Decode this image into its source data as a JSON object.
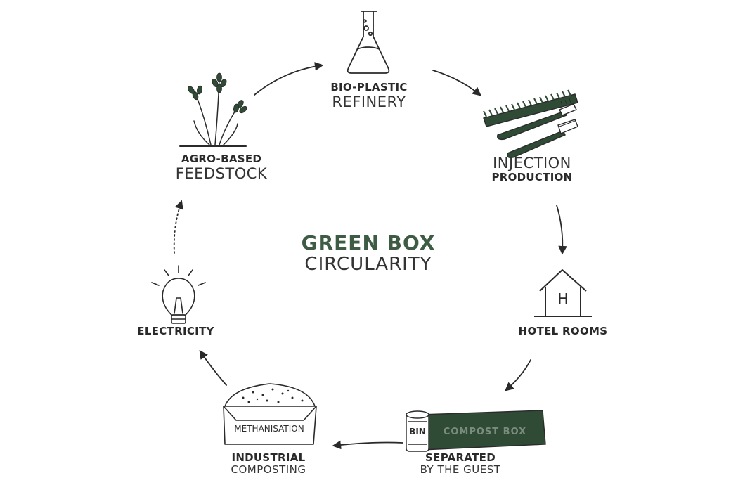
{
  "center": {
    "title": "GREEN BOX",
    "subtitle": "CIRCULARITY"
  },
  "stages": {
    "refinery": {
      "line1": "BIO-PLASTIC",
      "line2": "REFINERY"
    },
    "injection": {
      "line1": "INJECTION",
      "line2": "PRODUCTION"
    },
    "hotel": {
      "line1": "HOTEL ROOMS"
    },
    "separated": {
      "line1": "SEPARATED",
      "line2": "BY THE GUEST"
    },
    "composting": {
      "line1": "INDUSTRIAL",
      "line2": "COMPOSTING"
    },
    "electricity": {
      "line1": "ELECTRICITY"
    },
    "feedstock": {
      "line1": "AGRO-BASED",
      "line2": "FEEDSTOCK"
    }
  },
  "illustrations": {
    "hotel_sign": "H",
    "bin_label": "BIN",
    "compost_box_label": "COMPOST BOX",
    "methanisation_label": "METHANISATION"
  },
  "icons": [
    "flask-icon",
    "comb-toothbrush-razor-icon",
    "house-icon",
    "compost-bin-icon",
    "methanisation-heap-icon",
    "lightbulb-icon",
    "wheat-icon"
  ],
  "colors": {
    "green": "#2f4a35",
    "title_green": "#3e5c44",
    "ink": "#2a2a2a"
  }
}
